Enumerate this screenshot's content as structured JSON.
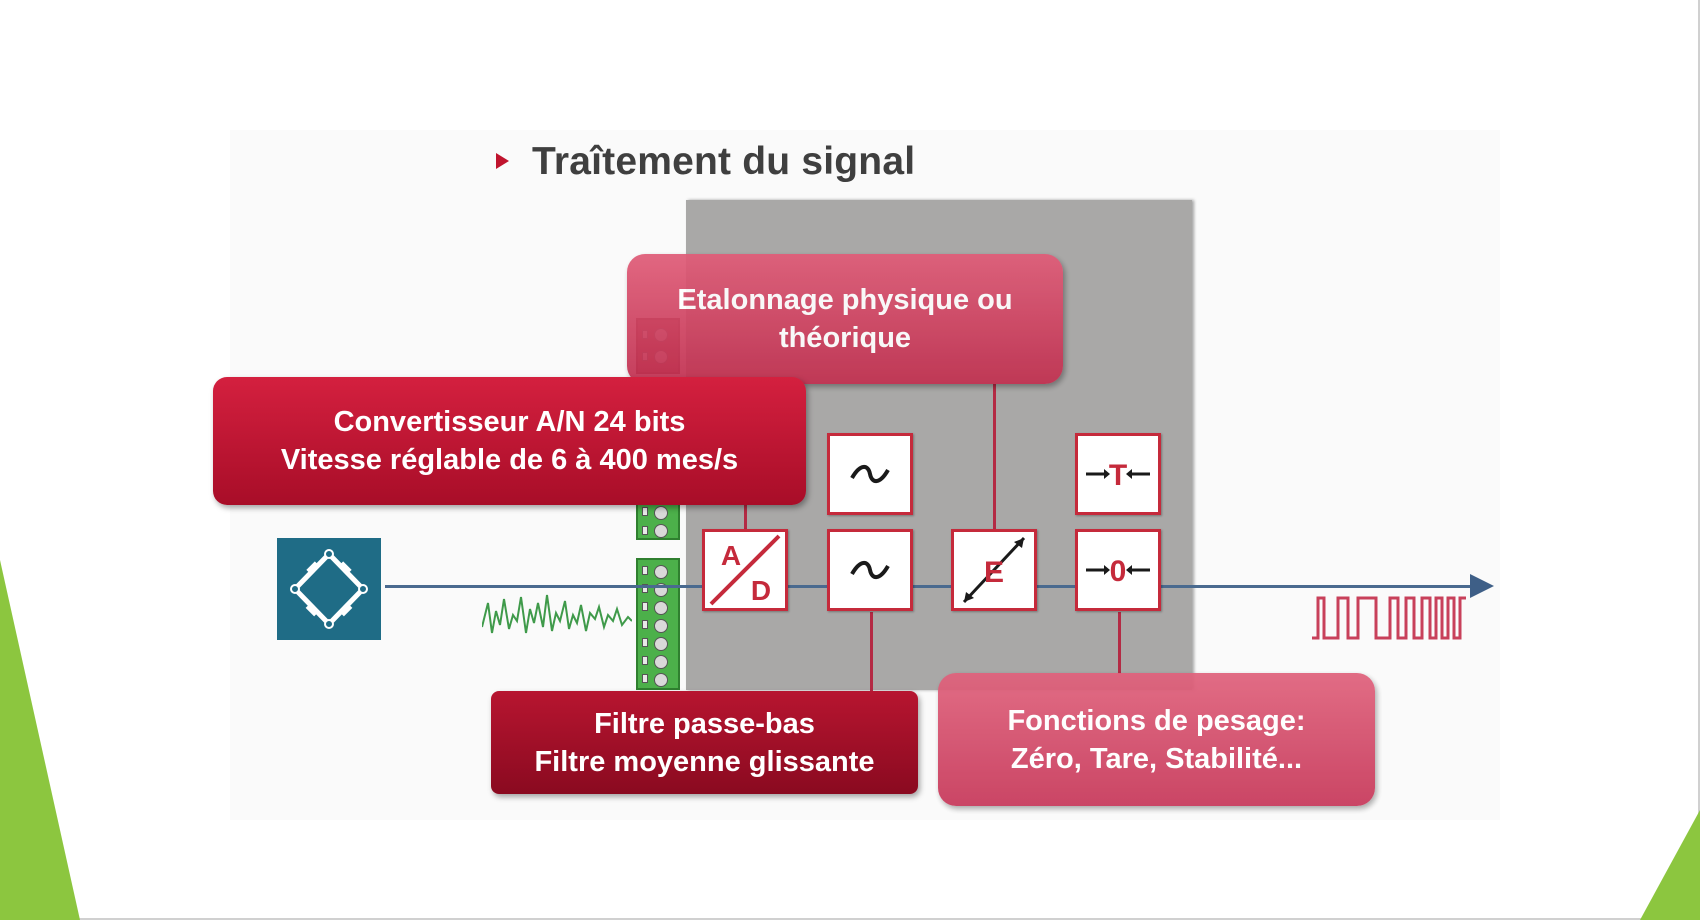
{
  "title": "Traîtement du signal",
  "callouts": {
    "calibration": [
      "Etalonnage physique ou",
      "théorique"
    ],
    "converter": [
      "Convertisseur A/N 24 bits",
      "Vitesse réglable de 6 à 400 mes/s"
    ],
    "filter": [
      "Filtre passe-bas",
      "Filtre moyenne glissante"
    ],
    "weighing": [
      "Fonctions de pesage:",
      "Zéro, Tare, Stabilité..."
    ]
  },
  "blocks": {
    "ad": {
      "top": "A",
      "bottom": "D"
    },
    "gain": "E",
    "tare": "T",
    "zero": "0"
  },
  "colors": {
    "accent_red": "#c52a3b",
    "panel_grey": "#a9a8a7",
    "signal_blue": "#4a6a8f",
    "sensor_teal": "#1f6c86",
    "noise_green": "#3f9a4a",
    "deco_green": "#8cc63f"
  },
  "icons": [
    "bullet-arrow-icon",
    "bridge-sensor-icon",
    "filter-wave-icon",
    "ad-converter-icon",
    "gain-icon",
    "tare-icon",
    "zero-icon",
    "noisy-signal-icon",
    "digital-pulse-icon"
  ]
}
